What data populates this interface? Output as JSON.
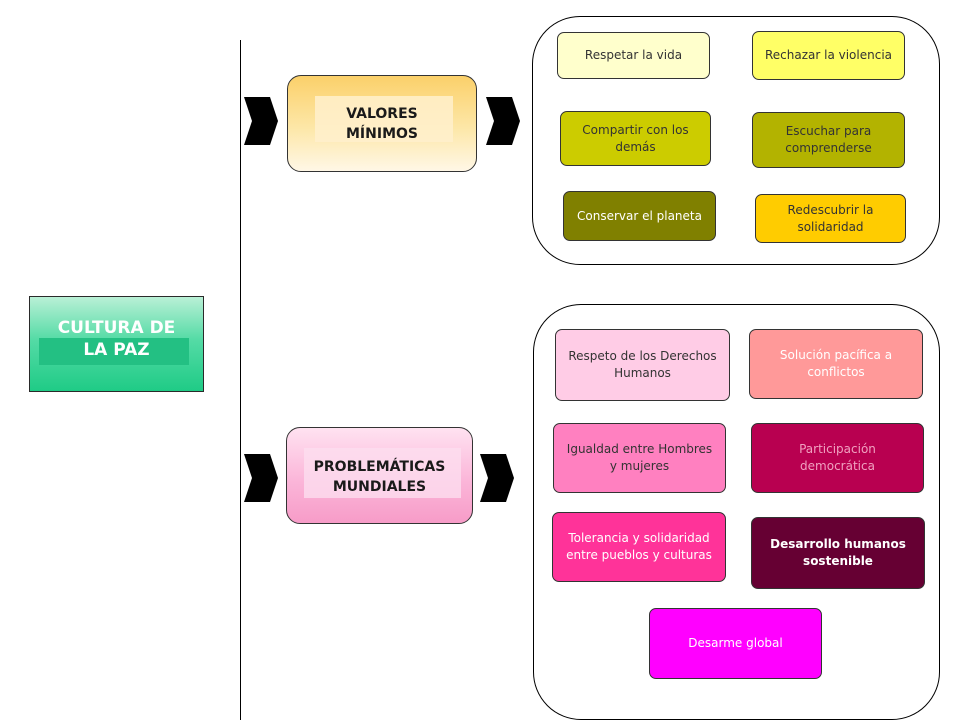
{
  "root": {
    "label": "CULTURA DE\nLA PAZ"
  },
  "categories": [
    {
      "id": "valores",
      "label": "VALORES\nMÍNIMOS"
    },
    {
      "id": "problematicas",
      "label": "PROBLEMÁTICAS\nMUNDIALES"
    }
  ],
  "valores_items": [
    {
      "label": "Respetar la vida",
      "color": "#ffffcc",
      "text_color": "#333333"
    },
    {
      "label": "Rechazar la violencia",
      "color": "#ffff66",
      "text_color": "#333333"
    },
    {
      "label": "Compartir con los demás",
      "color": "#cccc00",
      "text_color": "#333333"
    },
    {
      "label": "Escuchar para comprenderse",
      "color": "#b3b300",
      "text_color": "#333333"
    },
    {
      "label": "Conservar el planeta",
      "color": "#808000",
      "text_color": "#ffffff"
    },
    {
      "label": "Redescubrir la solidaridad",
      "color": "#ffcc00",
      "text_color": "#333333"
    }
  ],
  "problematicas_items": [
    {
      "label": "Respeto de los Derechos Humanos",
      "color": "#ffcce6",
      "text_color": "#333333"
    },
    {
      "label": "Solución pacífica a conflictos",
      "color": "#ff9999",
      "text_color": "#ffffff"
    },
    {
      "label": "Igualdad entre Hombres y mujeres",
      "color": "#ff80c0",
      "text_color": "#333333"
    },
    {
      "label": "Participación democrática",
      "color": "#b80050",
      "text_color": "#f0a0c0"
    },
    {
      "label": "Tolerancia y solidaridad entre pueblos y culturas",
      "color": "#ff3399",
      "text_color": "#ffffff"
    },
    {
      "label": "Desarrollo humanos sostenible",
      "color": "#660033",
      "text_color": "#ffffff"
    },
    {
      "label": "Desarme global",
      "color": "#ff00ff",
      "text_color": "#ffffff"
    }
  ]
}
